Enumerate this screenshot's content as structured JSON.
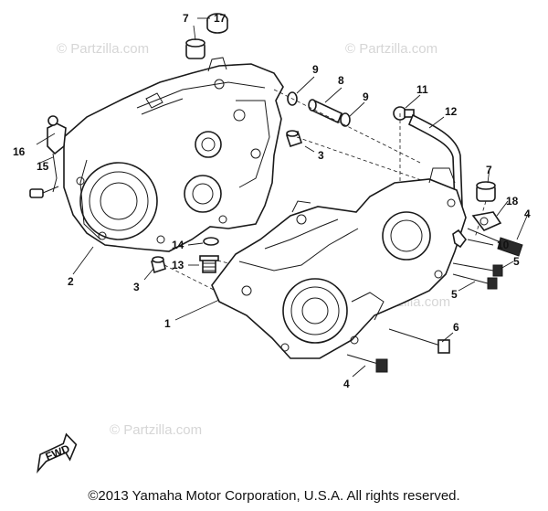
{
  "watermarks": [
    "© Partzilla.com",
    "© Partzilla.com",
    "© Partzilla.com",
    "© Partzilla.com"
  ],
  "callouts": {
    "c1": "1",
    "c2": "2",
    "c3a": "3",
    "c3b": "3",
    "c4a": "4",
    "c4b": "4",
    "c5a": "5",
    "c5b": "5",
    "c6": "6",
    "c7a": "7",
    "c7b": "7",
    "c8": "8",
    "c9a": "9",
    "c9b": "9",
    "c10": "10",
    "c11": "11",
    "c12": "12",
    "c13": "13",
    "c14": "14",
    "c15": "15",
    "c16": "16",
    "c17": "17",
    "c18": "18"
  },
  "fwd_label": "FWD",
  "copyright": "©2013 Yamaha Motor Corporation, U.S.A. All rights reserved."
}
